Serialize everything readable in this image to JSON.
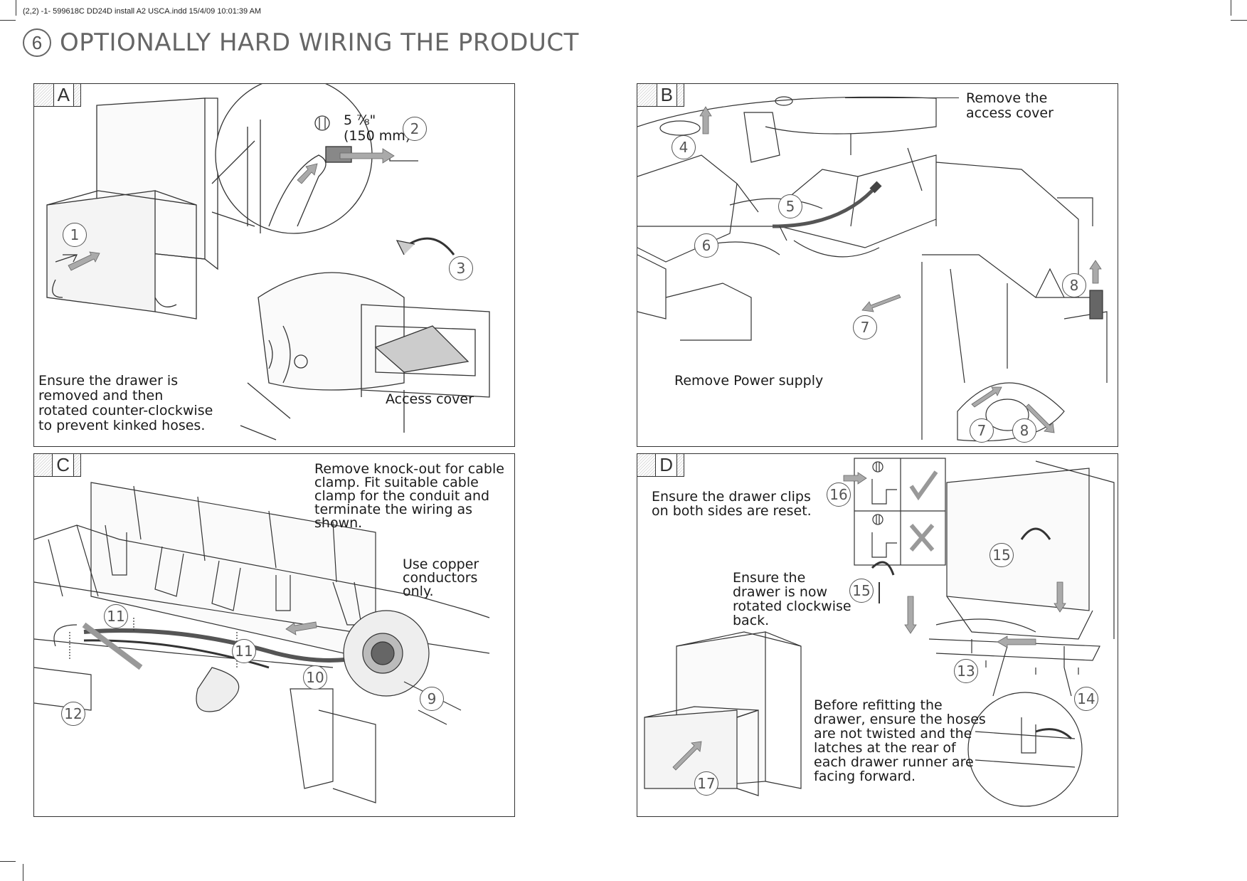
{
  "slug": "(2,2) -1- 599618C DD24D install A2 USCA.indd 15/4/09 10:01:39 AM",
  "section": {
    "number": "6",
    "title": "OPTIONALLY HARD WIRING THE PRODUCT"
  },
  "panels": {
    "a": {
      "letter": "A",
      "dimension_in": "5 ⅞\"",
      "dimension_mm": "(150 mm)",
      "instruction": "Ensure the drawer is removed and then rotated counter-clockwise to prevent kinked hoses.",
      "label_access_cover": "Access cover",
      "steps": [
        "1",
        "2",
        "3"
      ]
    },
    "b": {
      "letter": "B",
      "label_remove_access_cover": "Remove the access cover",
      "label_remove_power": "Remove Power supply",
      "steps": [
        "4",
        "5",
        "6",
        "7",
        "8",
        "7",
        "8"
      ]
    },
    "c": {
      "letter": "C",
      "instruction": "Remove knock-out for cable clamp. Fit suitable cable clamp for the conduit and terminate the wiring as shown.",
      "copper_note": "Use copper conductors only.",
      "steps": [
        "9",
        "10",
        "11",
        "11",
        "12"
      ]
    },
    "d": {
      "letter": "D",
      "clips_note": "Ensure the drawer clips on both sides are reset.",
      "rotated_note": "Ensure the drawer is now rotated clockwise back.",
      "refit_note": "Before refitting the drawer, ensure the hoses are not twisted and the latches at the rear of each drawer runner are facing forward.",
      "steps": [
        "16",
        "15",
        "15",
        "13",
        "14",
        "17"
      ]
    }
  }
}
